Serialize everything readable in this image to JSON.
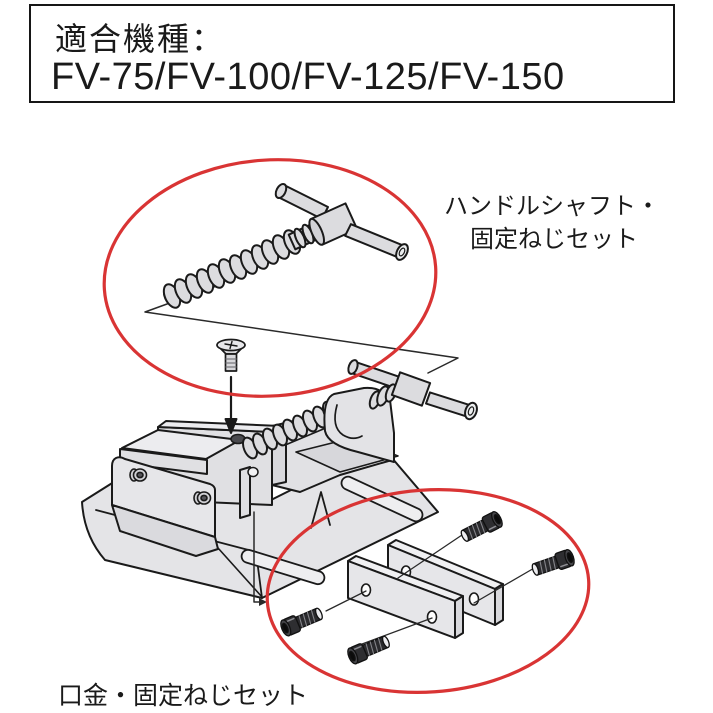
{
  "compatibility": {
    "heading": "適合機種：",
    "models": "FV-75/FV-100/FV-125/FV-150"
  },
  "callouts": {
    "handle_shaft_line1": "ハンドルシャフト・",
    "handle_shaft_line2": "固定ねじセット",
    "jaw_set": "口金・固定ねじセット"
  },
  "colors": {
    "highlight": "#d93434",
    "outline": "#1a1a1a",
    "metal_light": "#e4e4e7",
    "metal_mid": "#dcdcdf",
    "screw_dark": "#2e2e31",
    "background": "#ffffff"
  }
}
